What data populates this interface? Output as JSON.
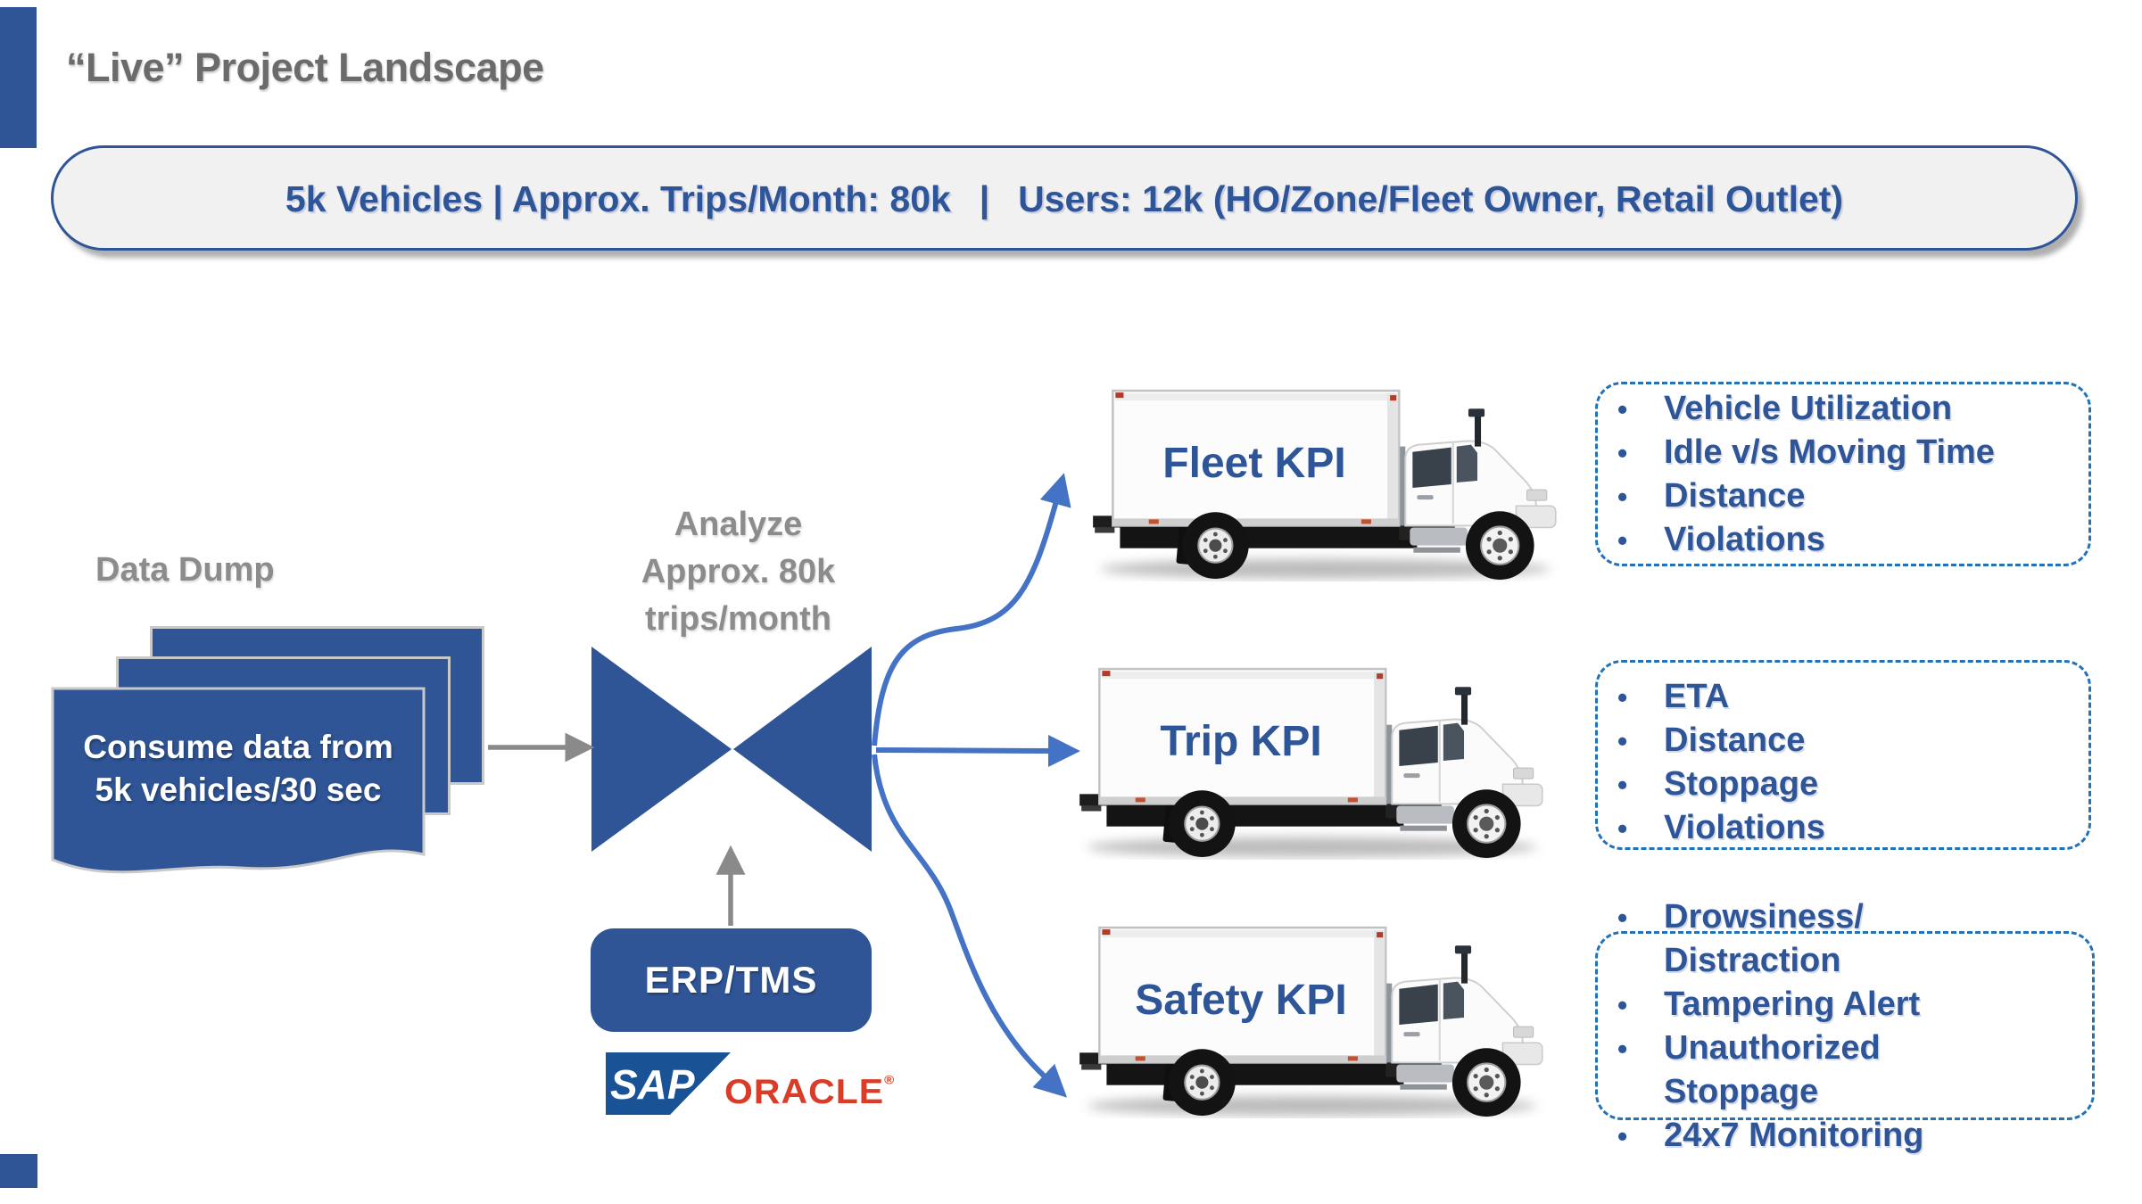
{
  "ui": {
    "bullet": "•"
  },
  "header": {
    "title": "“Live” Project Landscape"
  },
  "banner": {
    "text": "5k Vehicles | Approx. Trips/Month: 80k  |  Users: 12k (HO/Zone/Fleet Owner, Retail Outlet)"
  },
  "data_dump": {
    "label": "Data Dump",
    "card_lines": [
      "Consume data from",
      "5k vehicles/30 sec"
    ]
  },
  "analyze": {
    "lines": [
      "Analyze",
      "Approx. 80k",
      "trips/month"
    ]
  },
  "erp": {
    "label": "ERP/TMS"
  },
  "logos": {
    "sap": "SAP",
    "oracle": "ORACLE",
    "registered": "®"
  },
  "trucks": [
    {
      "label": "Fleet KPI"
    },
    {
      "label": "Trip KPI"
    },
    {
      "label": "Safety KPI"
    }
  ],
  "kpi_boxes": [
    {
      "name": "fleet-kpi",
      "lines": [
        {
          "bullet": true,
          "text": "Vehicle Utilization"
        },
        {
          "bullet": true,
          "text": "Idle v/s Moving Time"
        },
        {
          "bullet": true,
          "text": "Distance"
        },
        {
          "bullet": true,
          "text": "Violations"
        }
      ]
    },
    {
      "name": "trip-kpi",
      "lines": [
        {
          "bullet": true,
          "text": "ETA"
        },
        {
          "bullet": true,
          "text": "Distance"
        },
        {
          "bullet": true,
          "text": "Stoppage"
        },
        {
          "bullet": true,
          "text": "Violations"
        }
      ]
    },
    {
      "name": "safety-kpi",
      "lines": [
        {
          "bullet": true,
          "text": "Drowsiness/"
        },
        {
          "bullet": false,
          "text": "Distraction"
        },
        {
          "bullet": true,
          "text": "Tampering Alert"
        },
        {
          "bullet": true,
          "text": "Unauthorized"
        },
        {
          "bullet": false,
          "text": "Stoppage"
        },
        {
          "bullet": true,
          "text": "24x7 Monitoring"
        }
      ]
    }
  ],
  "colors": {
    "accent_blue": "#2F5597",
    "text_blue": "#2E5597",
    "dashed_blue": "#2272B9",
    "arrow_blue": "#4472C4",
    "gray_text": "#8C8C8C",
    "title_gray": "#6B6B6B",
    "sap_blue": "#1A5296",
    "oracle_red": "#D93D27",
    "banner_fill": "#F1F1F2"
  }
}
